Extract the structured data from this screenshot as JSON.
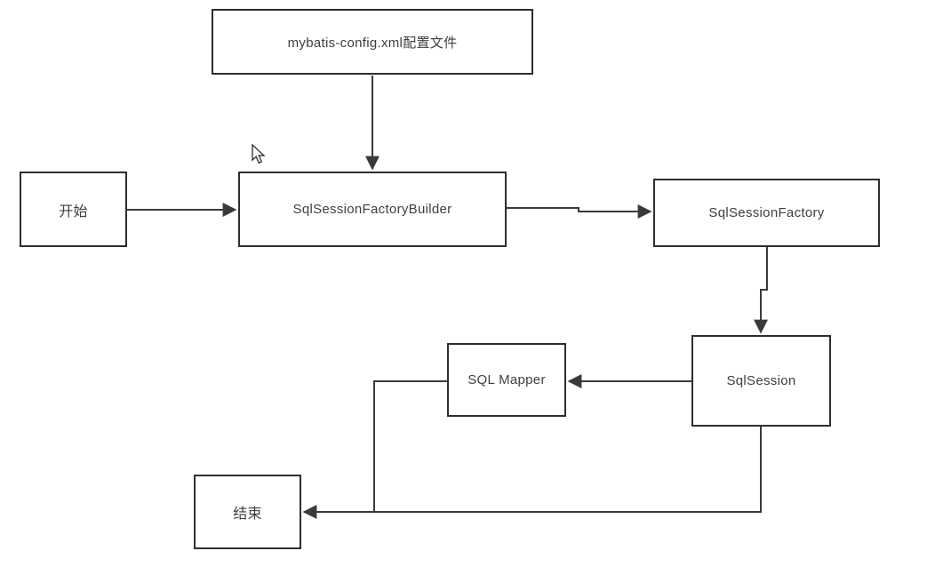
{
  "diagram": {
    "title": "mybatis flow diagram",
    "nodes": {
      "config": {
        "label": "mybatis-config.xml配置文件"
      },
      "start": {
        "label": "开始"
      },
      "builder": {
        "label": "SqlSessionFactoryBuilder"
      },
      "factory": {
        "label": "SqlSessionFactory"
      },
      "session": {
        "label": "SqlSession"
      },
      "mapper": {
        "label": "SQL Mapper"
      },
      "end": {
        "label": "结束"
      }
    },
    "edges": [
      {
        "from": "config",
        "to": "builder",
        "arrow": true
      },
      {
        "from": "start",
        "to": "builder",
        "arrow": true
      },
      {
        "from": "builder",
        "to": "factory",
        "arrow": true
      },
      {
        "from": "factory",
        "to": "session",
        "arrow": true
      },
      {
        "from": "session",
        "to": "mapper",
        "arrow": true
      },
      {
        "from": "mapper",
        "to": "end",
        "arrow": false
      },
      {
        "from": "session",
        "to": "end",
        "arrow": true
      }
    ]
  },
  "colors": {
    "bg": "#ffffff",
    "line": "#3a3a3a",
    "border": "#2e2e2e",
    "text": "#3f3f3f"
  }
}
